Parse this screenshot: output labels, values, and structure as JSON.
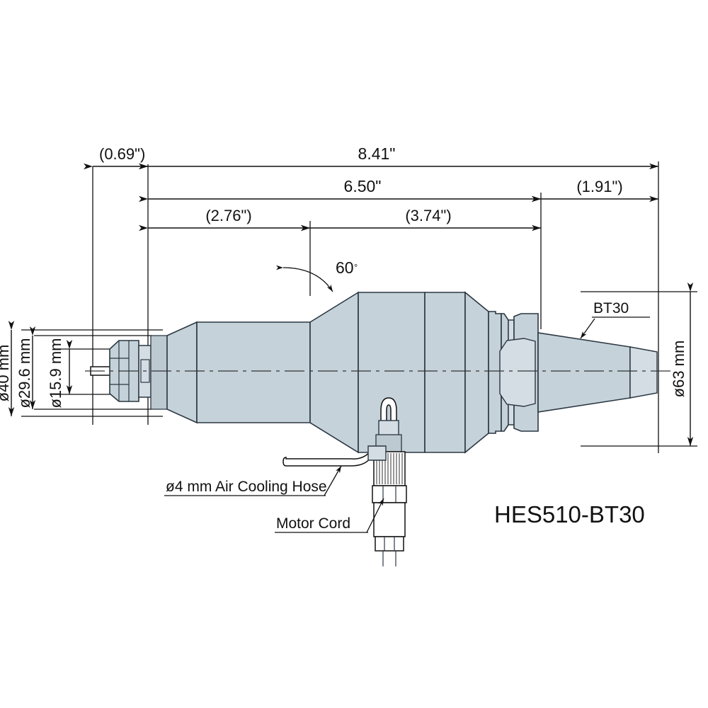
{
  "drawing": {
    "part_name": "HES510-BT30",
    "angle_label": "60",
    "angle_symbol": "°",
    "taper_callout": "BT30"
  },
  "horizontal_dimensions": [
    {
      "name": "dim-0-69",
      "label": "(0.69\")"
    },
    {
      "name": "dim-8-41",
      "label": "8.41\""
    },
    {
      "name": "dim-6-50",
      "label": "6.50\""
    },
    {
      "name": "dim-1-91",
      "label": "(1.91\")"
    },
    {
      "name": "dim-2-76",
      "label": "(2.76\")"
    },
    {
      "name": "dim-3-74",
      "label": "(3.74\")"
    }
  ],
  "vertical_dimensions": [
    {
      "name": "dim-dia-40",
      "label": "ø40 mm"
    },
    {
      "name": "dim-dia-29-6",
      "label": "ø29.6 mm"
    },
    {
      "name": "dim-dia-15-9",
      "label": "ø15.9 mm"
    },
    {
      "name": "dim-dia-63",
      "label": "ø63 mm"
    }
  ],
  "callouts": [
    {
      "name": "callout-air-hose",
      "label": "ø4 mm Air Cooling Hose"
    },
    {
      "name": "callout-motor-cord",
      "label": "Motor Cord"
    }
  ],
  "colors": {
    "body_fill": "#c5d2d9",
    "body_stroke": "#2b3742",
    "dimension": "#111111",
    "background": "#ffffff"
  }
}
